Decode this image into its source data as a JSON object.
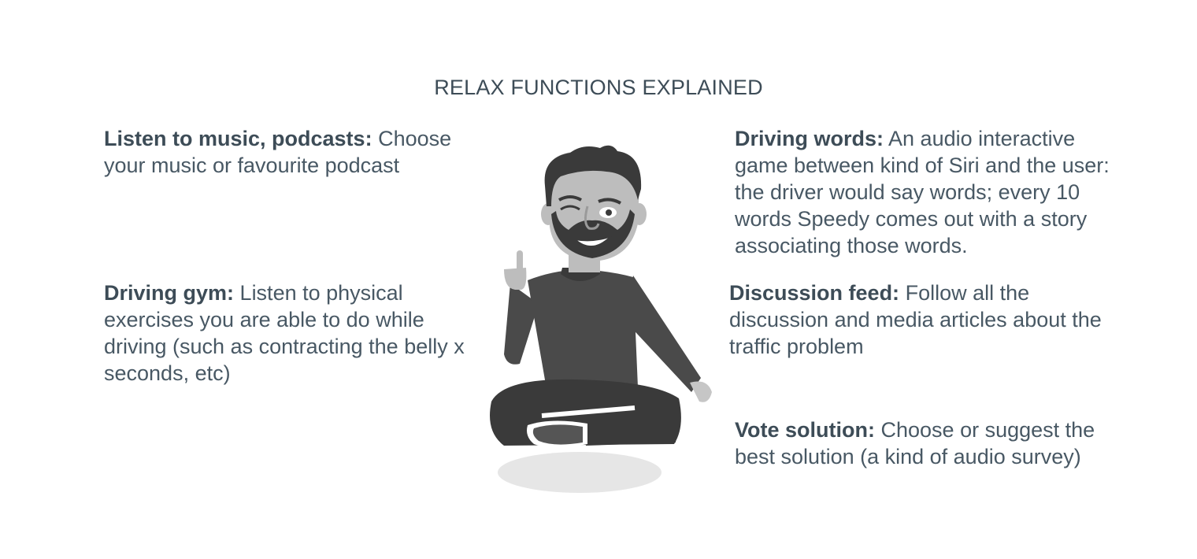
{
  "title": "RELAX FUNCTIONS EXPLAINED",
  "functions": [
    {
      "id": "music",
      "heading": "Listen to music, podcasts:",
      "text": "Choose your music or favourite podcast"
    },
    {
      "id": "gym",
      "heading": "Driving gym:",
      "text": "Listen to physical exercises you are able to do while driving (such as contracting the belly x seconds, etc)"
    },
    {
      "id": "words",
      "heading": "Driving words:",
      "text": "An audio interactive game between kind of Siri and the user: the driver would say words; every 10 words Speedy comes out with a story associating those words."
    },
    {
      "id": "feed",
      "heading": "Discussion feed:",
      "text": "Follow all the discussion and media articles about the traffic problem"
    },
    {
      "id": "vote",
      "heading": "Vote solution:",
      "text": "Choose or suggest the best solution (a kind of audio survey)"
    }
  ],
  "illustration": {
    "icon": "meditating-man-illustration",
    "colors": {
      "dark": "#3a3a3a",
      "shirt": "#4a4a4a",
      "skin": "#bdbdbd",
      "shadow": "#e6e6e6"
    }
  }
}
